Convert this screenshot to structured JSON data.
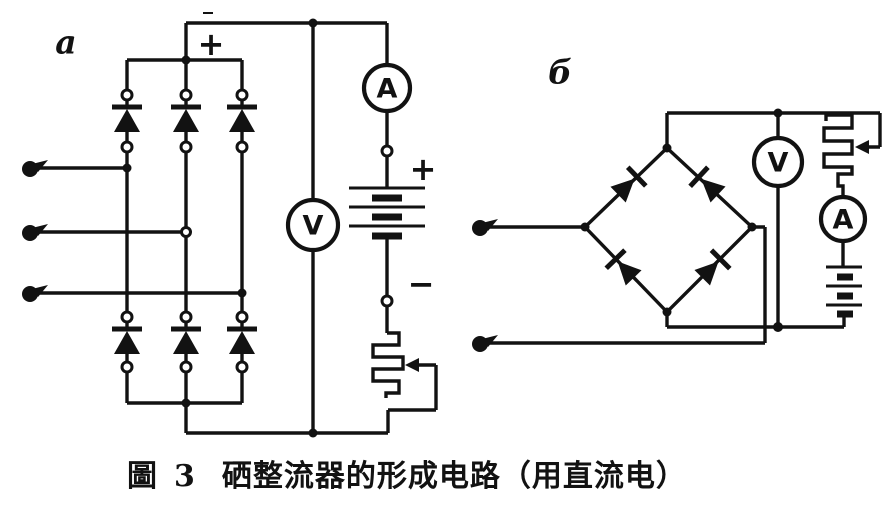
{
  "figure": {
    "caption": {
      "fig_label": "圖",
      "fig_number": "3",
      "text": "硒整流器的形成电路（用直流电）"
    }
  },
  "circuit_a": {
    "label": "a",
    "output_plus": "+",
    "ammeter_label": "A",
    "voltmeter_label": "V",
    "battery_plus": "+",
    "battery_minus": "−"
  },
  "circuit_b": {
    "label": "б",
    "ammeter_label": "A",
    "voltmeter_label": "V"
  },
  "colors": {
    "ink": "#121212",
    "paper": "#ffffff"
  }
}
